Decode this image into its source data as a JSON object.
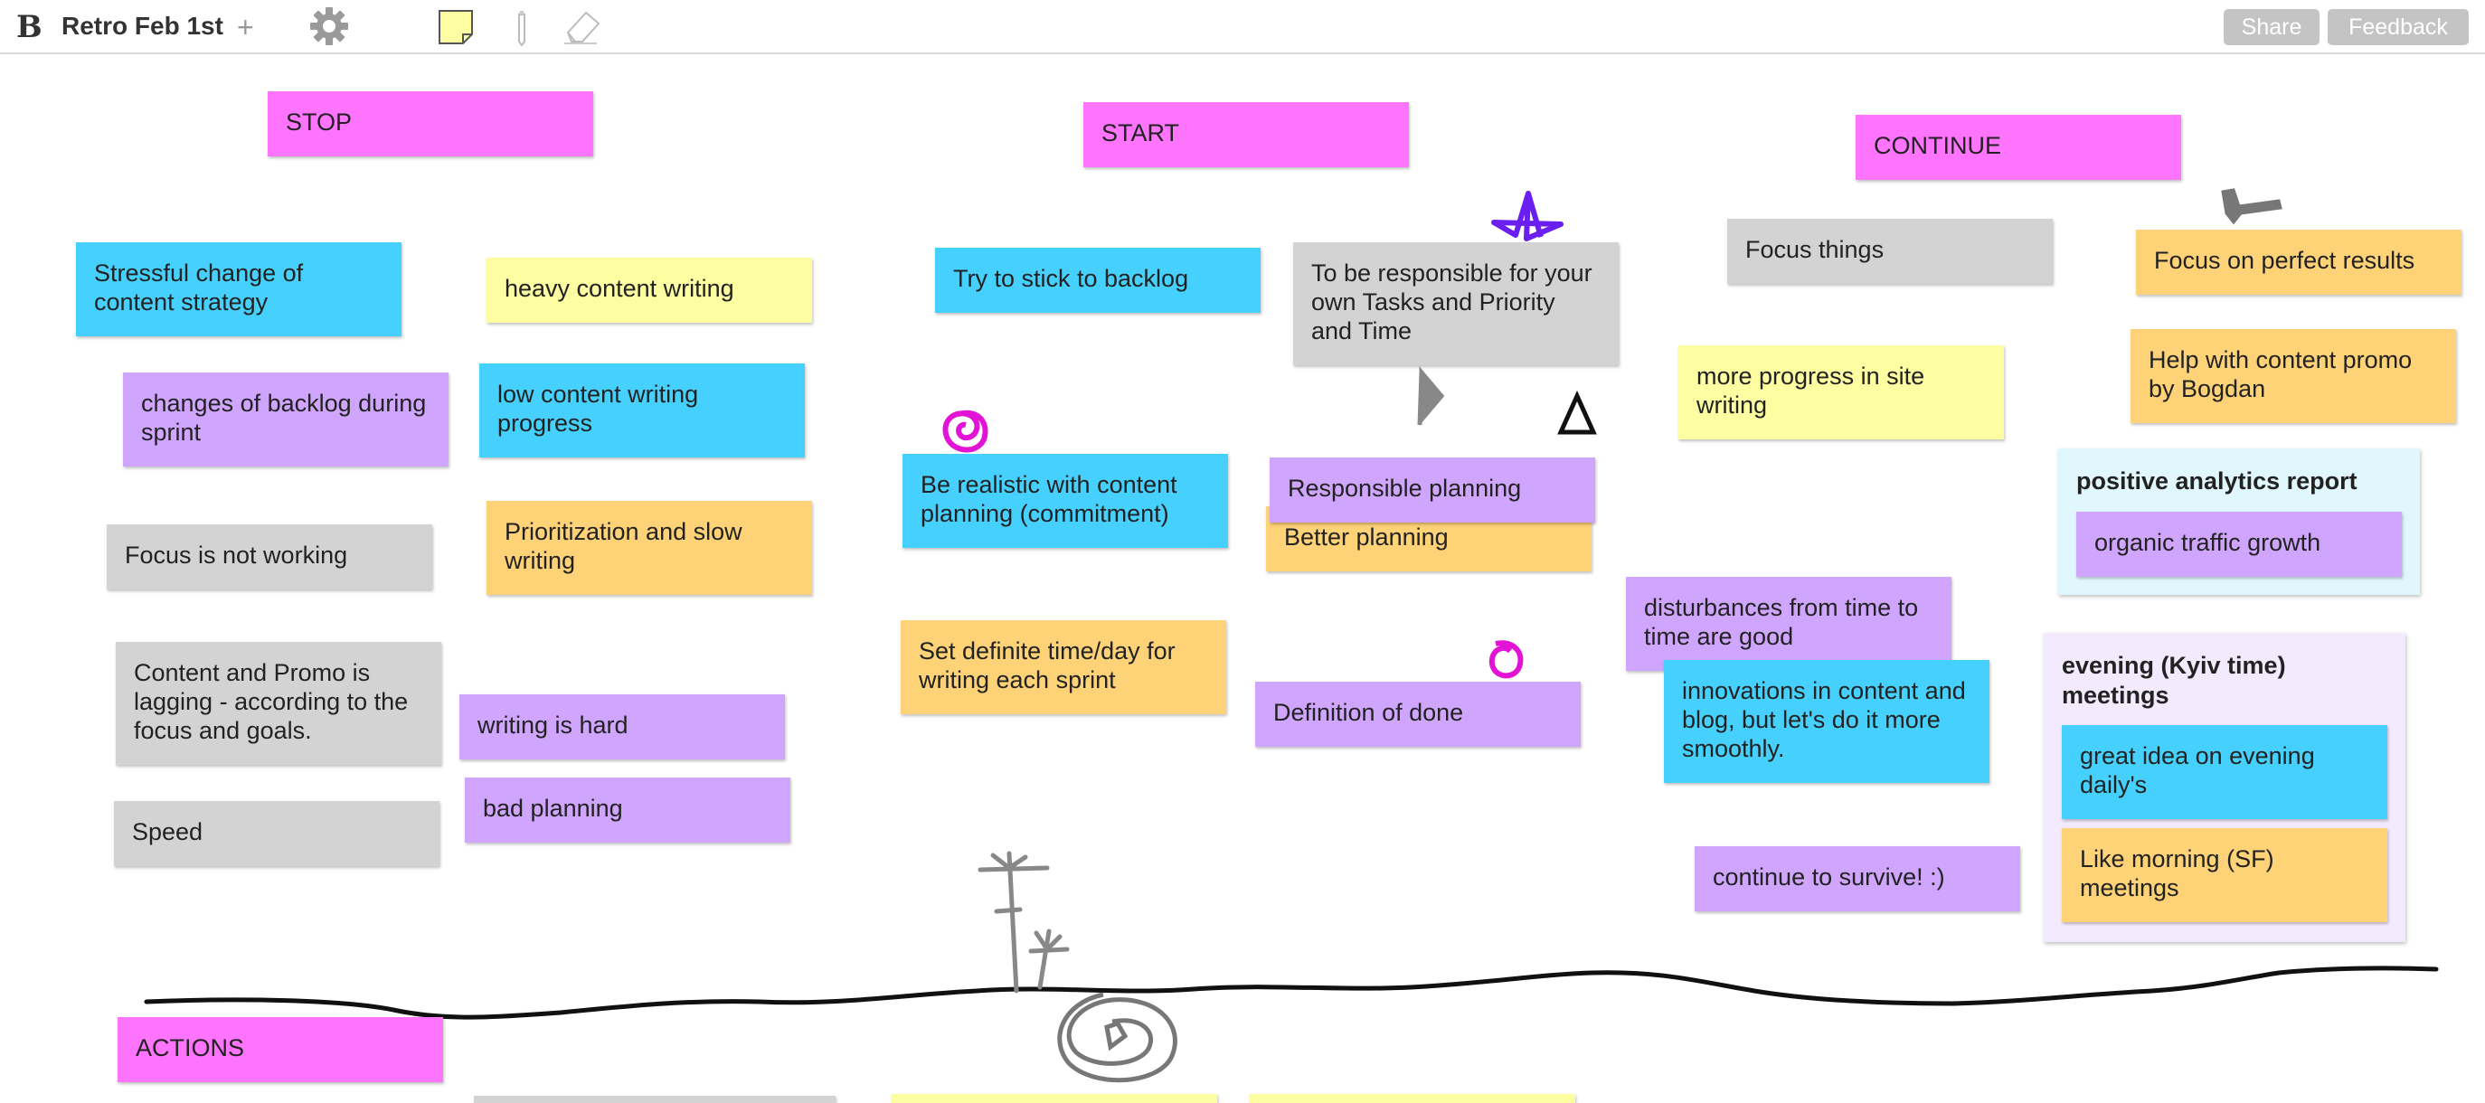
{
  "app": {
    "logo": "B",
    "board_title": "Retro Feb 1st",
    "add_label": "+"
  },
  "toolbar": {
    "settings_icon": "gear-icon",
    "sticky_tool_icon": "sticky-note-icon",
    "pen_tool_icon": "pen-icon",
    "eraser_tool_icon": "eraser-icon",
    "share_label": "Share",
    "feedback_label": "Feedback"
  },
  "colors": {
    "pink": "#fe74fc",
    "blue": "#46d0fd",
    "yellow": "#fdfda2",
    "purple": "#cfa5fd",
    "gray": "#d3d3d3",
    "orange": "#fed277",
    "group_light_blue": "#e1f7fe",
    "group_lavender": "#f3eafe"
  },
  "stickies": {
    "stop": "STOP",
    "start": "START",
    "continue": "CONTINUE",
    "actions": "ACTIONS",
    "s1": "Stressful change of content strategy",
    "s2": "heavy content writing",
    "s3": "changes of backlog during sprint",
    "s4": "low content writing progress",
    "s5": "Focus is not working",
    "s6": "Prioritization and slow writing",
    "s7": "Content and Promo is lagging - according to the focus and goals.",
    "s8": "writing is hard",
    "s9": "bad planning",
    "s10": "Speed",
    "t1": "Try to stick to backlog",
    "t2": "To be responsible for your own Tasks and Priority and Time",
    "t3": "Be realistic with content planning (commitment)",
    "t4": "Responsible planning",
    "t5": "Better planning",
    "t6": "Set definite time/day for writing each sprint",
    "t7": "Definition of done",
    "c1": "Focus things",
    "c2": "Focus on perfect results",
    "c3": "more progress in site writing",
    "c4": "Help with content promo by Bogdan",
    "c5": "disturbances from time to time are good",
    "c6": "innovations in content and blog, but let's do it more smoothly.",
    "c7": "continue to survive! :)"
  },
  "groups": {
    "analytics": {
      "title": "positive analytics report",
      "items": [
        "organic traffic growth"
      ]
    },
    "evening": {
      "title": "evening (Kyiv time) meetings",
      "items": [
        "great idea on evening daily's",
        "Like morning (SF) meetings"
      ]
    }
  }
}
